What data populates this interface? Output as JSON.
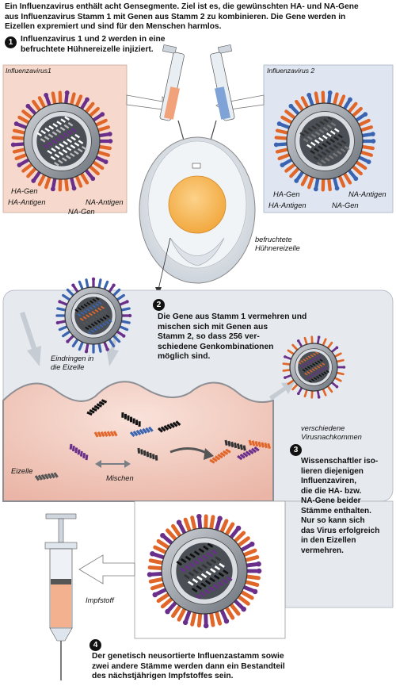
{
  "intro": {
    "line1": "Ein Influenzavirus enthält acht Gensegmente. Ziel ist es, die gewünschten HA- und NA-Gene",
    "line2": "aus Influenzavirus Stamm 1 mit Genen aus Stamm 2 zu kombinieren. Die Gene werden in",
    "line3": "Eizellen expremiert und sind für den Menschen harmlos."
  },
  "step1": {
    "num": "1",
    "line1": "Influenzavirus 1 und 2 werden in eine",
    "line2": "befruchtete Hühnereizelle injiziert."
  },
  "virus1": {
    "title": "Influenzavirus1",
    "ha_gen": "HA-Gen",
    "ha_antigen": "HA-Antigen",
    "na_gen": "NA-Gen",
    "na_antigen": "NA-Antigen"
  },
  "virus2": {
    "title": "Influenzavirus 2",
    "ha_gen": "HA-Gen",
    "ha_antigen": "HA-Antigen",
    "na_gen": "NA-Gen",
    "na_antigen": "NA-Antigen"
  },
  "egg": {
    "line1": "befruchtete",
    "line2": "Hühnereizelle"
  },
  "step2": {
    "num": "2",
    "line1": "Die Gene aus Stamm 1 vermehren und",
    "line2": "mischen sich mit Genen aus",
    "line3": "Stamm 2, so dass 256 ver-",
    "line4": "schiedene Genkombinationen",
    "line5": "möglich sind."
  },
  "cell": {
    "enter1": "Eindringen in",
    "enter2": "die Eizelle",
    "eizelle": "Eizelle",
    "mix": "Mischen"
  },
  "offspring": {
    "line1": "verschiedene",
    "line2": "Virusnachkommen"
  },
  "step3": {
    "num": "3",
    "line1": "Wissenschaftler iso-",
    "line2": "lieren diejenigen",
    "line3": "Influenzaviren,",
    "line4": "die die HA- bzw.",
    "line5": "NA-Gene beider",
    "line6": "Stämme enthalten.",
    "line7": "Nur so kann sich",
    "line8": "das Virus erfolgreich",
    "line9": "in den Eizellen",
    "line10": "vermehren."
  },
  "vaccine": {
    "label": "Impfstoff"
  },
  "step4": {
    "num": "4",
    "line1": "Der genetisch neusortierte Influenzastamm sowie",
    "line2": "zwei andere Stämme werden dann ein Bestandteil",
    "line3": "des nächstjährigen Impfstoffes sein."
  },
  "colors": {
    "orange": "#e0662a",
    "purple": "#6a2f8a",
    "blue": "#3a63b0",
    "panel1": "#f6d9cc",
    "panel2": "#dfe6f1",
    "cellpink": "#f4d2c7"
  }
}
